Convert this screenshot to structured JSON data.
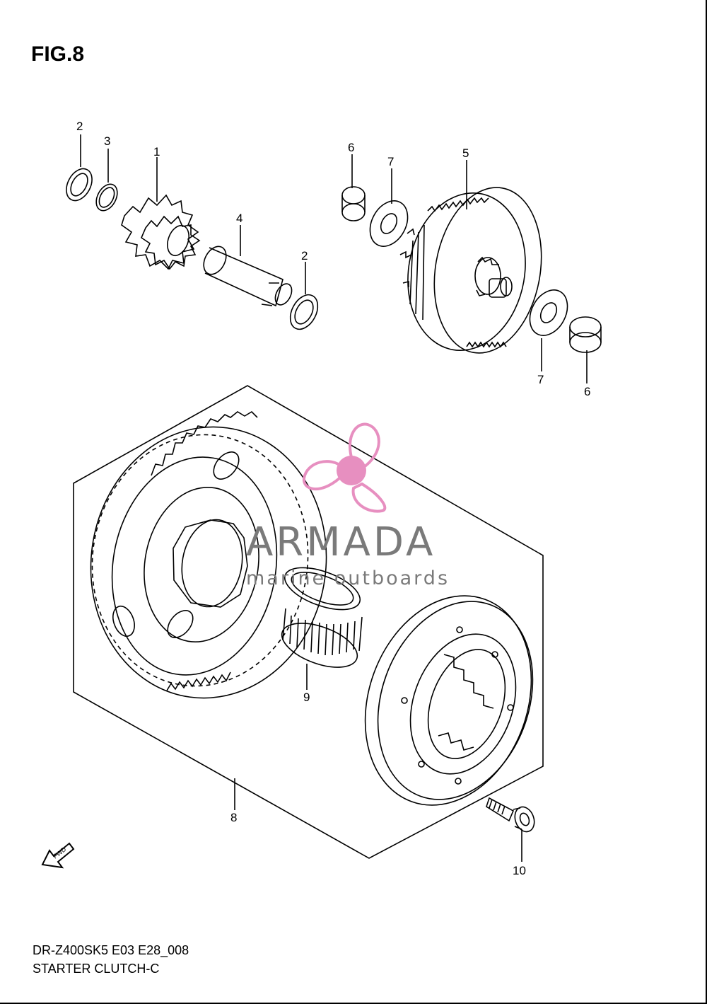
{
  "figure": {
    "title": "FIG.8"
  },
  "callouts": [
    {
      "id": "c2a",
      "label": "2"
    },
    {
      "id": "c3",
      "label": "3"
    },
    {
      "id": "c1",
      "label": "1"
    },
    {
      "id": "c4",
      "label": "4"
    },
    {
      "id": "c2b",
      "label": "2"
    },
    {
      "id": "c6a",
      "label": "6"
    },
    {
      "id": "c7a",
      "label": "7"
    },
    {
      "id": "c5",
      "label": "5"
    },
    {
      "id": "c7b",
      "label": "7"
    },
    {
      "id": "c6b",
      "label": "6"
    },
    {
      "id": "c9",
      "label": "9"
    },
    {
      "id": "c8",
      "label": "8"
    },
    {
      "id": "c10",
      "label": "10"
    }
  ],
  "watermark": {
    "brand": "ARMADA",
    "tagline": "marine outboards",
    "color": "#e78fc0"
  },
  "fwd_arrow": {
    "label": "FWD"
  },
  "caption": {
    "code": "DR-Z400SK5 E03 E28_008",
    "name": "STARTER CLUTCH-C"
  }
}
